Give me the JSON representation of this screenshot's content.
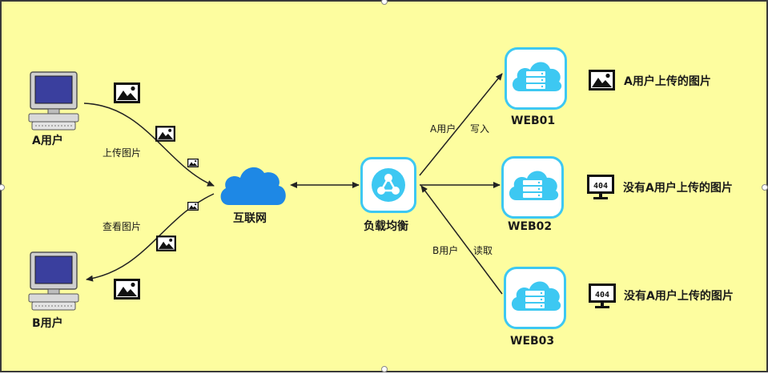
{
  "users": {
    "a": "A用户",
    "b": "B用户"
  },
  "flows": {
    "upload": "上传图片",
    "view": "查看图片"
  },
  "internet": "互联网",
  "load_balancer": "负载均衡",
  "routes": {
    "write_user": "A用户",
    "write_action": "写入",
    "read_user": "B用户",
    "read_action": "读取"
  },
  "servers": [
    {
      "name": "WEB01",
      "note": "A用户上传的图片",
      "note_icon": "image-icon"
    },
    {
      "name": "WEB02",
      "note": "没有A用户上传的图片",
      "note_icon": "404-monitor-icon"
    },
    {
      "name": "WEB03",
      "note": "没有A用户上传的图片",
      "note_icon": "404-monitor-icon"
    }
  ],
  "icon_text": "404",
  "colors": {
    "background": "#fdfd9f",
    "accent": "#3dc8f2",
    "cloud": "#1e88e5",
    "border": "#3a3a3a"
  }
}
